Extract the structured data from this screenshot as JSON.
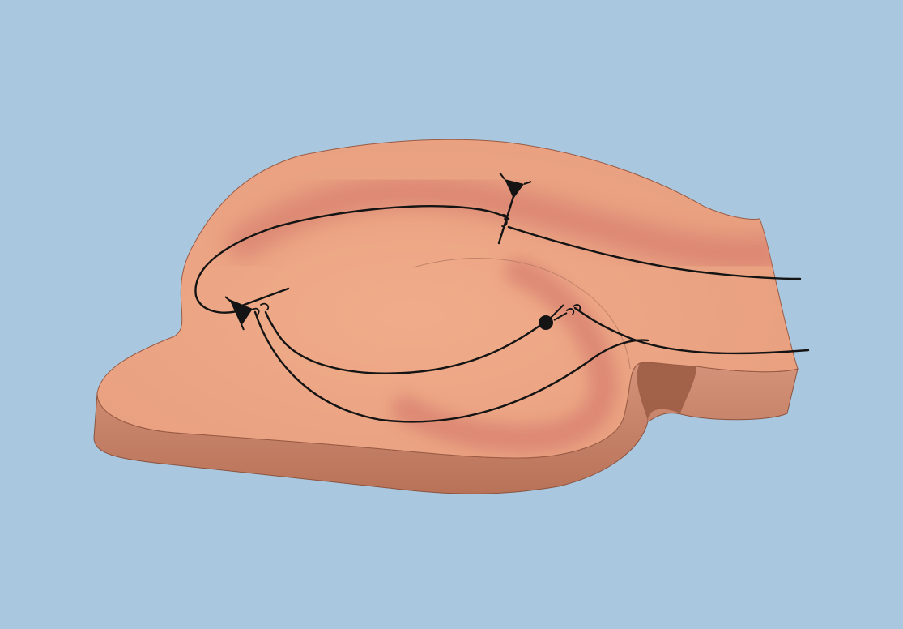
{
  "figure": {
    "colors": {
      "background": "#A9C8E0",
      "slice_top": "#EDA583",
      "slice_side": "#C9866A",
      "layer_band": "#DC8676",
      "ink": "#141414"
    },
    "elements": [
      "hippocampal-slice",
      "pyramidal-neuron-ca3",
      "pyramidal-neuron-ca1",
      "granule-cell",
      "perforant-path-fiber",
      "mossy-fiber",
      "schaffer-collateral"
    ]
  }
}
